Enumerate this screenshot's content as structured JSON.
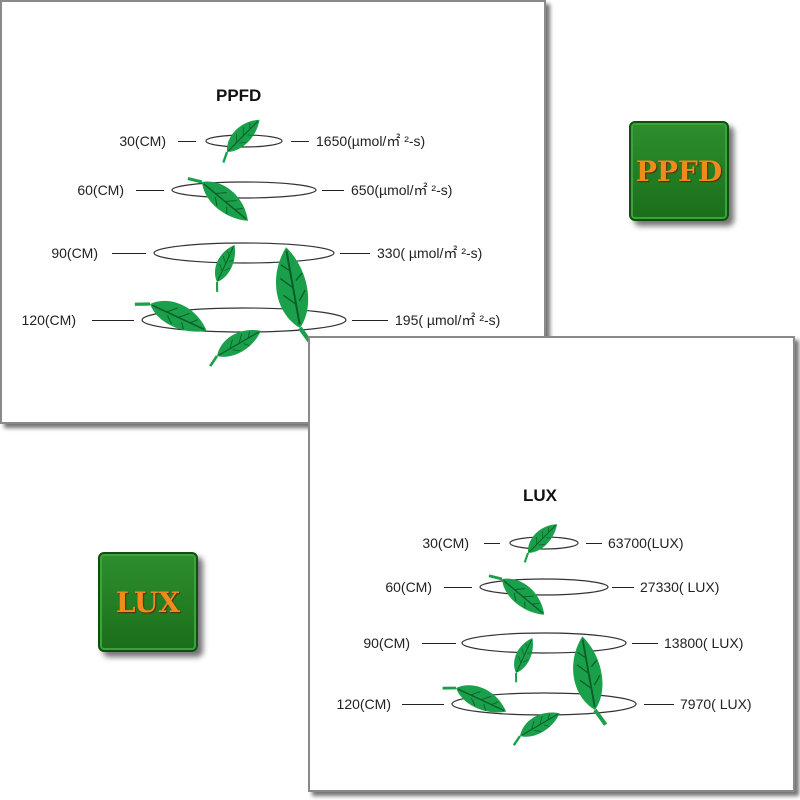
{
  "ppfd_panel": {
    "title": "PPFD",
    "rows": [
      {
        "distance": "30(CM)",
        "value": "1650(µmol/㎡ ²-s)"
      },
      {
        "distance": "60(CM)",
        "value": "650(µmol/㎡ ²-s)"
      },
      {
        "distance": "90(CM)",
        "value": "330( µmol/㎡ ²-s)"
      },
      {
        "distance": "120(CM)",
        "value": "195( µmol/㎡ ²-s)"
      }
    ]
  },
  "lux_panel": {
    "title": "LUX",
    "rows": [
      {
        "distance": "30(CM)",
        "value": "63700(LUX)"
      },
      {
        "distance": "60(CM)",
        "value": "27330(  LUX)"
      },
      {
        "distance": "90(CM)",
        "value": "13800( LUX)"
      },
      {
        "distance": "120(CM)",
        "value": "7970(  LUX)"
      }
    ]
  },
  "badges": {
    "ppfd": "PPFD",
    "lux": "LUX"
  },
  "colors": {
    "leaf": "#1aa04a",
    "leaf_vein": "#0b5e2a",
    "badge_bg": "#1f7a1f",
    "badge_text": "#f08a1c"
  }
}
